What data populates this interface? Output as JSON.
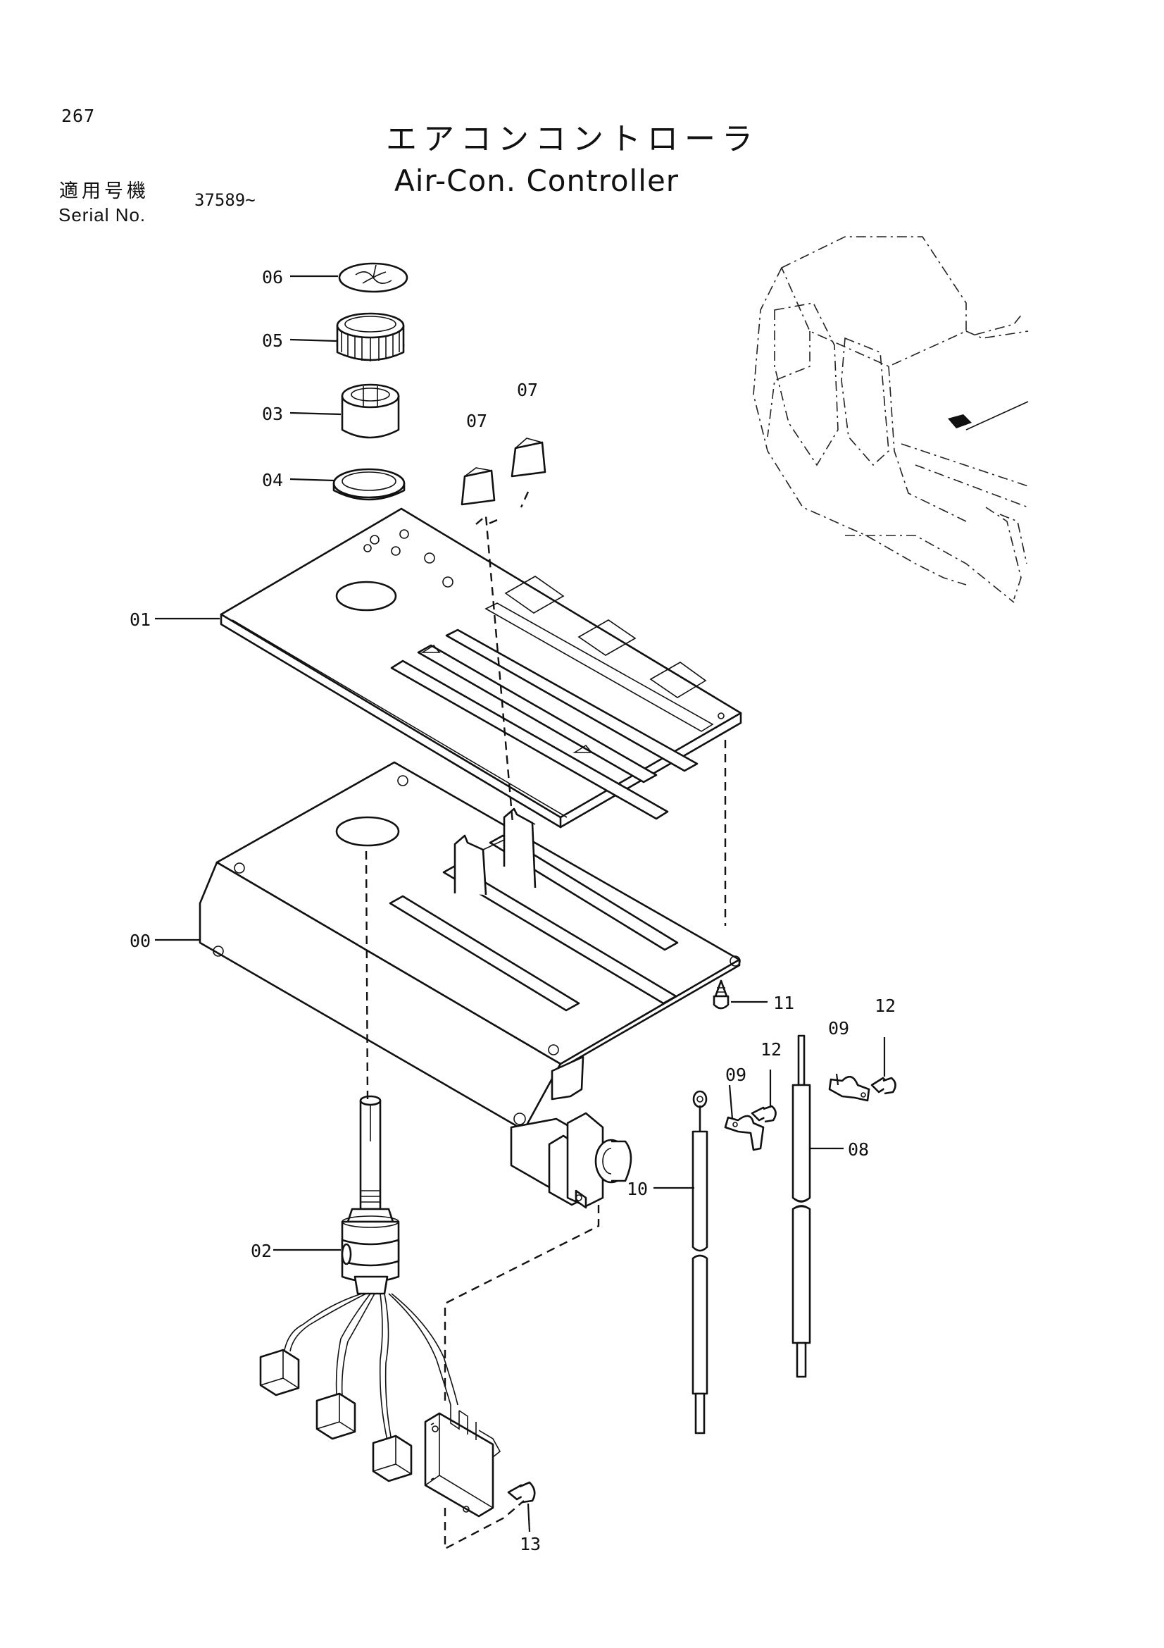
{
  "page_number": "267",
  "title_jp": "エアコンコントローラ",
  "title_en": "Air-Con. Controller",
  "serial": {
    "label_jp": "適用号機",
    "label_en": "Serial No.",
    "value": "37589~"
  },
  "callouts": [
    "06",
    "05",
    "03",
    "04",
    "07",
    "07",
    "01",
    "00",
    "11",
    "12",
    "09",
    "12",
    "09",
    "08",
    "10",
    "02",
    "13"
  ]
}
